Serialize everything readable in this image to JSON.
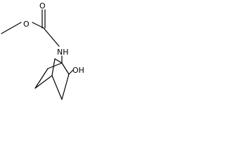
{
  "molecule": {
    "atoms": {
      "carbonyl_oxygen": "O",
      "ester_oxygen": "O",
      "amine": "NH",
      "hydroxyl": "OH"
    }
  }
}
